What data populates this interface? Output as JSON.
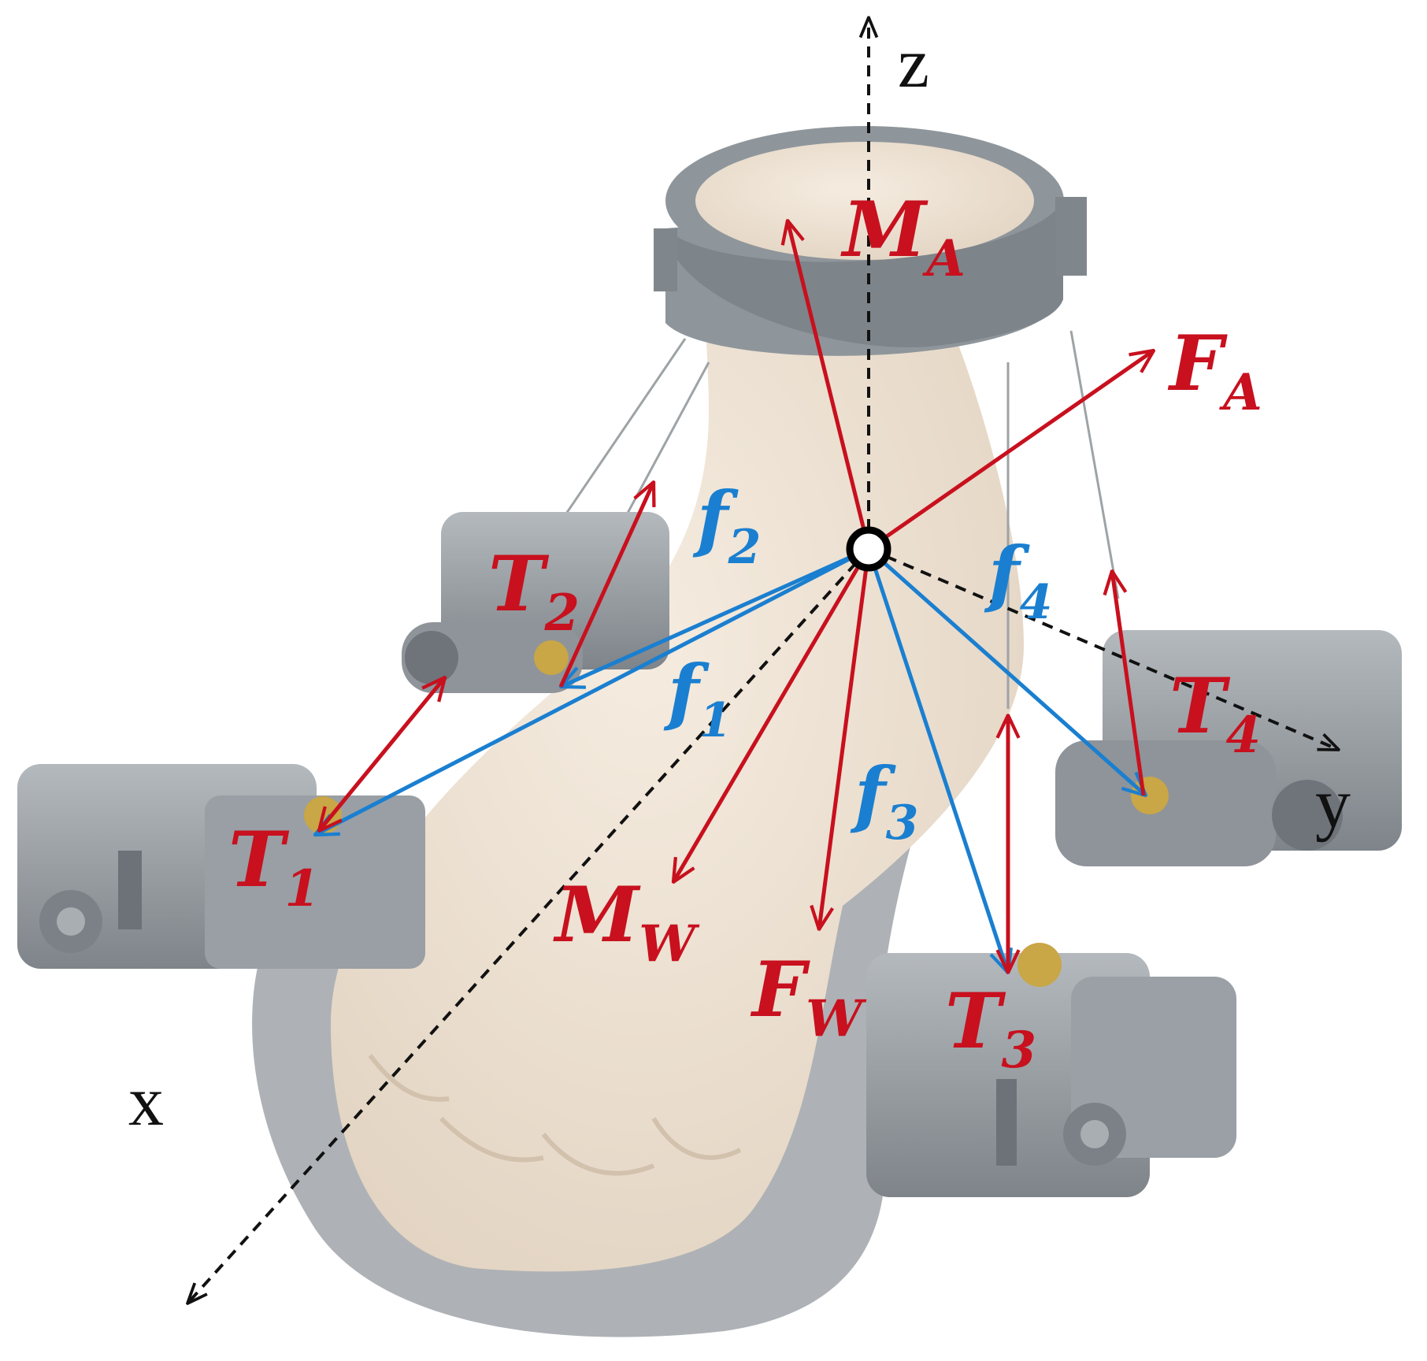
{
  "colors": {
    "force_red": "#c8101e",
    "force_blue": "#1a7fd0",
    "axis_black": "#111111",
    "skin": "#efe4d6",
    "device_gray": "#8e9499",
    "sole_gray": "#a9adb1"
  },
  "axes": {
    "x": "x",
    "y": "y",
    "z": "z"
  },
  "labels": {
    "M_A": {
      "main": "M",
      "sub": "A"
    },
    "F_A": {
      "main": "F",
      "sub": "A"
    },
    "M_W": {
      "main": "M",
      "sub": "W"
    },
    "F_W": {
      "main": "F",
      "sub": "W"
    },
    "T_1": {
      "main": "T",
      "sub": "1"
    },
    "T_2": {
      "main": "T",
      "sub": "2"
    },
    "T_3": {
      "main": "T",
      "sub": "3"
    },
    "T_4": {
      "main": "T",
      "sub": "4"
    },
    "f_1": {
      "main": "f",
      "sub": "1"
    },
    "f_2": {
      "main": "f",
      "sub": "2"
    },
    "f_3": {
      "main": "f",
      "sub": "3"
    },
    "f_4": {
      "main": "f",
      "sub": "4"
    }
  }
}
